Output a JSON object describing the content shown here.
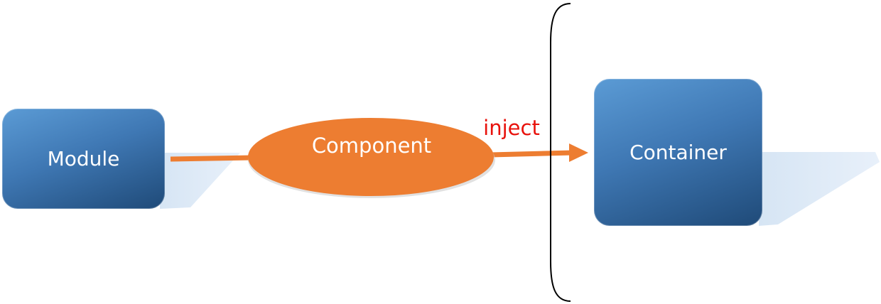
{
  "diagram": {
    "nodes": {
      "module": {
        "label": "Module"
      },
      "component": {
        "label": "Component"
      },
      "container": {
        "label": "Container"
      }
    },
    "edges": [
      {
        "from": "module",
        "to": "component",
        "label": ""
      },
      {
        "from": "component",
        "to": "container",
        "label": "inject"
      }
    ],
    "colors": {
      "box_light": "#5b9bd5",
      "box_dark": "#1f4a78",
      "component_fill": "#ed7d31",
      "arrow": "#ed7d31",
      "inject_text": "#e8120c",
      "shadow": "#dce8f5",
      "bracket": "#000000"
    }
  }
}
